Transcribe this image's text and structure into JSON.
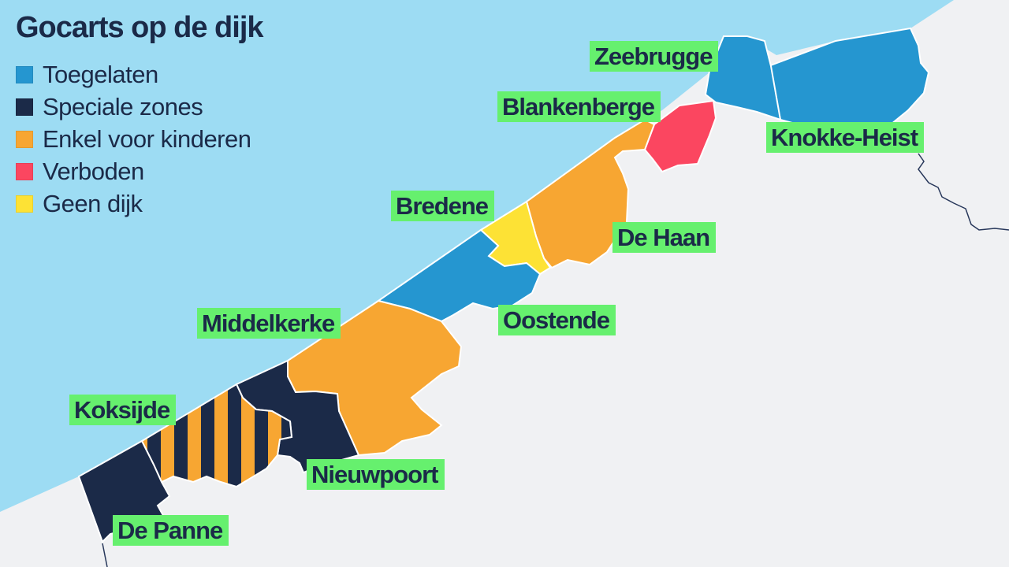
{
  "title": "Gocarts op de dijk",
  "colors": {
    "sea": "#9ddcf3",
    "land": "#f0f1f3",
    "label_bg": "#66f06e",
    "text": "#1b2a48"
  },
  "legend": [
    {
      "label": "Toegelaten",
      "color": "#2596d0"
    },
    {
      "label": "Speciale zones",
      "color": "#1b2a48"
    },
    {
      "label": "Enkel voor kinderen",
      "color": "#f7a632"
    },
    {
      "label": "Verboden",
      "color": "#fb4660"
    },
    {
      "label": "Geen dijk",
      "color": "#fde235"
    }
  ],
  "municipalities": [
    {
      "name": "Zeebrugge",
      "status": "Toegelaten"
    },
    {
      "name": "Blankenberge",
      "status": "Verboden"
    },
    {
      "name": "Knokke-Heist",
      "status": "Toegelaten"
    },
    {
      "name": "Bredene",
      "status": "Geen dijk"
    },
    {
      "name": "De Haan",
      "status": "Enkel voor kinderen"
    },
    {
      "name": "Oostende",
      "status": "Toegelaten"
    },
    {
      "name": "Middelkerke",
      "status": "Enkel voor kinderen"
    },
    {
      "name": "Koksijde",
      "status": "Speciale zones + Enkel voor kinderen"
    },
    {
      "name": "Nieuwpoort",
      "status": "Speciale zones"
    },
    {
      "name": "De Panne",
      "status": "Speciale zones"
    }
  ]
}
